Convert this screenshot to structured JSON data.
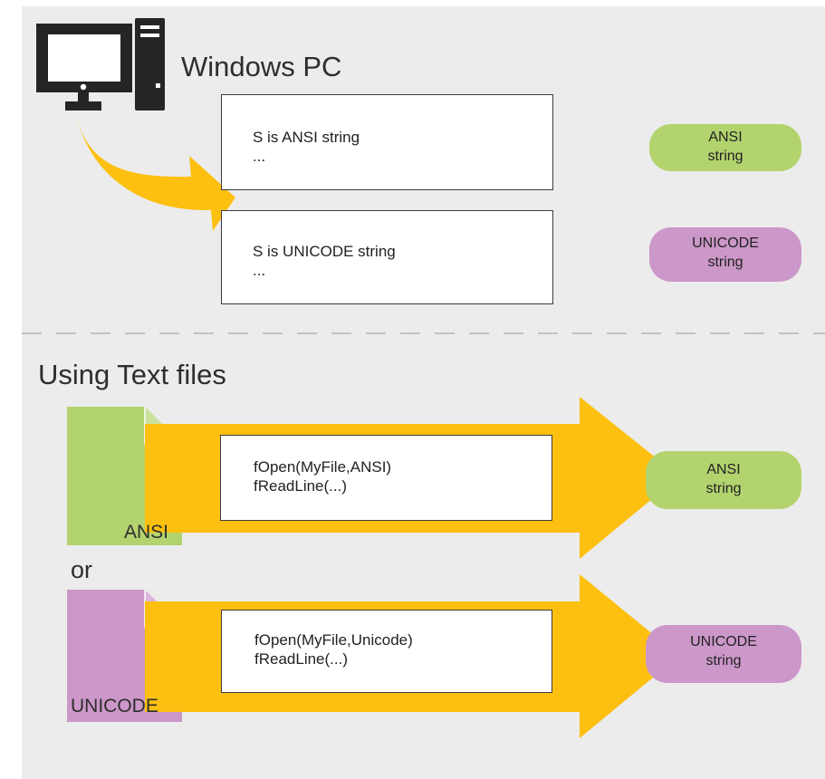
{
  "colors": {
    "panel": "#ececec",
    "dark_icon": "#252525",
    "arrow": "#fdc010",
    "ansi_green": "#b3d36e",
    "unicode_purple": "#cc97c9"
  },
  "top": {
    "icons": [
      "monitor-icon",
      "tower-icon"
    ],
    "title": "Windows PC",
    "box_ansi": {
      "line1": "S is ANSI string",
      "line2": "..."
    },
    "box_unicode": {
      "line1": "S is UNICODE string",
      "line2": "..."
    },
    "pill_ansi": {
      "line1": "ANSI",
      "line2": "string"
    },
    "pill_unicode": {
      "line1": "UNICODE",
      "line2": "string"
    }
  },
  "bottom": {
    "title": "Using Text files",
    "file_ansi_label": "ANSI",
    "or_label": "or",
    "file_unicode_label": "UNICODE",
    "box_ansi": {
      "line1": "fOpen(MyFile,ANSI)",
      "line2": "fReadLine(...)"
    },
    "box_unicode": {
      "line1": "fOpen(MyFile,Unicode)",
      "line2": "fReadLine(...)"
    },
    "pill_ansi": {
      "line1": "ANSI",
      "line2": "string"
    },
    "pill_unicode": {
      "line1": "UNICODE",
      "line2": "string"
    }
  }
}
